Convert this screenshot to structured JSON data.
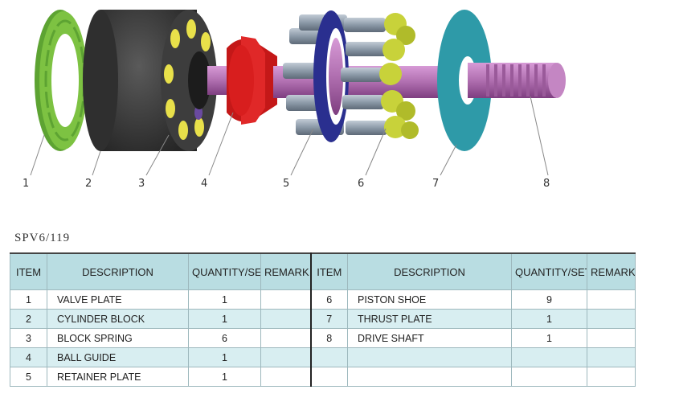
{
  "callouts": [
    "1",
    "2",
    "3",
    "4",
    "5",
    "6",
    "7",
    "8"
  ],
  "model": "SPV6/119",
  "table": {
    "headers": [
      "ITEM",
      "DESCRIPTION",
      "QUANTITY/SET",
      "REMARK"
    ],
    "left": [
      {
        "item": "1",
        "desc": "VALVE PLATE",
        "qty": "1",
        "remark": ""
      },
      {
        "item": "2",
        "desc": "CYLINDER BLOCK",
        "qty": "1",
        "remark": ""
      },
      {
        "item": "3",
        "desc": "BLOCK SPRING",
        "qty": "6",
        "remark": ""
      },
      {
        "item": "4",
        "desc": "BALL GUIDE",
        "qty": "1",
        "remark": ""
      },
      {
        "item": "5",
        "desc": "RETAINER PLATE",
        "qty": "1",
        "remark": ""
      }
    ],
    "right": [
      {
        "item": "6",
        "desc": "PISTON SHOE",
        "qty": "9",
        "remark": ""
      },
      {
        "item": "7",
        "desc": "THRUST PLATE",
        "qty": "1",
        "remark": ""
      },
      {
        "item": "8",
        "desc": "DRIVE SHAFT",
        "qty": "1",
        "remark": ""
      },
      {
        "item": "",
        "desc": "",
        "qty": "",
        "remark": ""
      },
      {
        "item": "",
        "desc": "",
        "qty": "",
        "remark": ""
      }
    ]
  },
  "colors": {
    "valve_plate": "#7dc242",
    "cylinder_block": "#3a3a3a",
    "bore_yellow": "#e8e04a",
    "ball_guide": "#d81e1e",
    "retainer_plate": "#2a2f8f",
    "piston_gray": "#8c9aa8",
    "shoe_yellow": "#c8d23a",
    "thrust_plate": "#2e9aa8",
    "drive_shaft": "#b06fb0",
    "header_bg": "#b9dde2",
    "row_shade": "#d8eef1"
  }
}
